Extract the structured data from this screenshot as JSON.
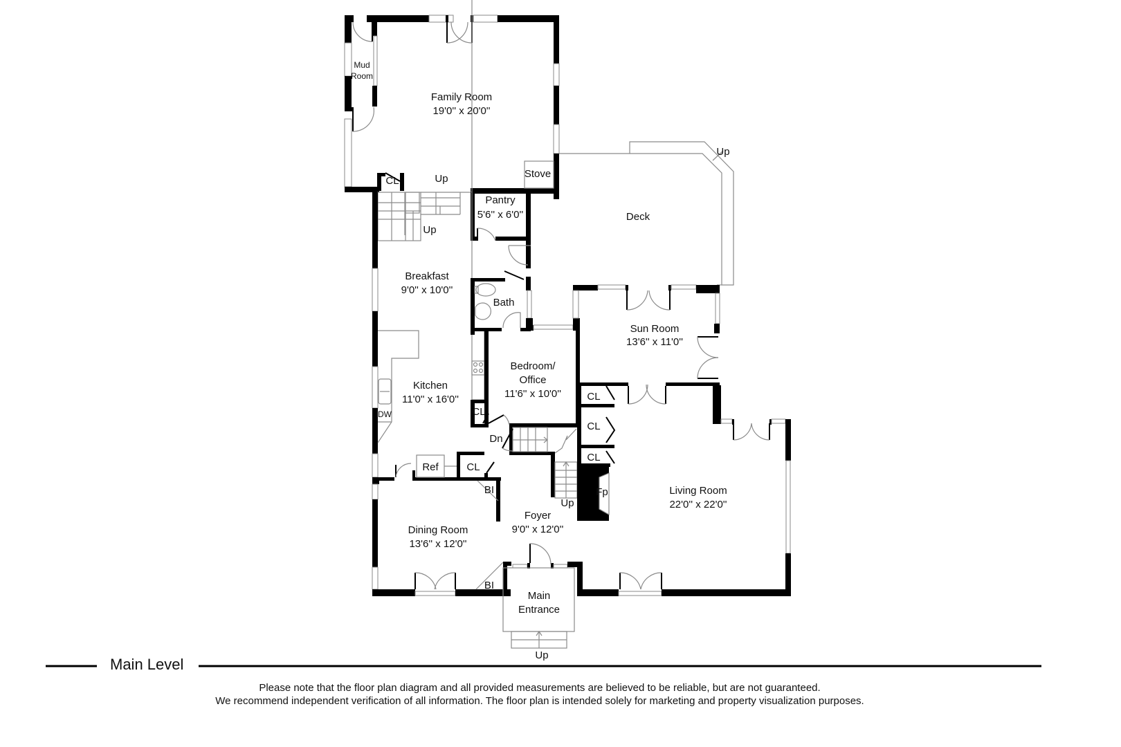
{
  "level": {
    "title": "Main Level"
  },
  "disclaimer": {
    "line1": "Please note that the floor plan diagram and all provided measurements are believed to be reliable, but are not guaranteed.",
    "line2": "We recommend independent verification of all information. The floor plan is intended solely for marketing and property visualization purposes."
  },
  "rooms": {
    "mud_room": {
      "name_line1": "Mud",
      "name_line2": "Room"
    },
    "family_room": {
      "name": "Family Room",
      "dims": "19'0'' x 20'0''"
    },
    "pantry": {
      "name": "Pantry",
      "dims": "5'6'' x 6'0''"
    },
    "deck": {
      "name": "Deck"
    },
    "breakfast": {
      "name": "Breakfast",
      "dims": "9'0'' x 10'0''"
    },
    "bath": {
      "name": "Bath"
    },
    "sun_room": {
      "name": "Sun Room",
      "dims": "13'6'' x 11'0''"
    },
    "bedroom_office": {
      "name_line1": "Bedroom/",
      "name_line2": "Office",
      "dims": "11'6'' x 10'0''"
    },
    "kitchen": {
      "name": "Kitchen",
      "dims": "11'0'' x 16'0''"
    },
    "living_room": {
      "name": "Living Room",
      "dims": "22'0'' x 22'0''"
    },
    "foyer": {
      "name": "Foyer",
      "dims": "9'0'' x 12'0''"
    },
    "dining_room": {
      "name": "Dining Room",
      "dims": "13'6'' x 12'0''"
    },
    "main_entrance": {
      "name_line1": "Main",
      "name_line2": "Entrance"
    }
  },
  "fixtures": {
    "stove": "Stove",
    "cl": "CL",
    "dw": "DW",
    "ref": "Ref",
    "bi": "BI",
    "fp": "Fp",
    "up": "Up",
    "dn": "Dn"
  },
  "colors": {
    "wall": "#000000",
    "line": "#8a8a8a",
    "background": "#ffffff"
  }
}
